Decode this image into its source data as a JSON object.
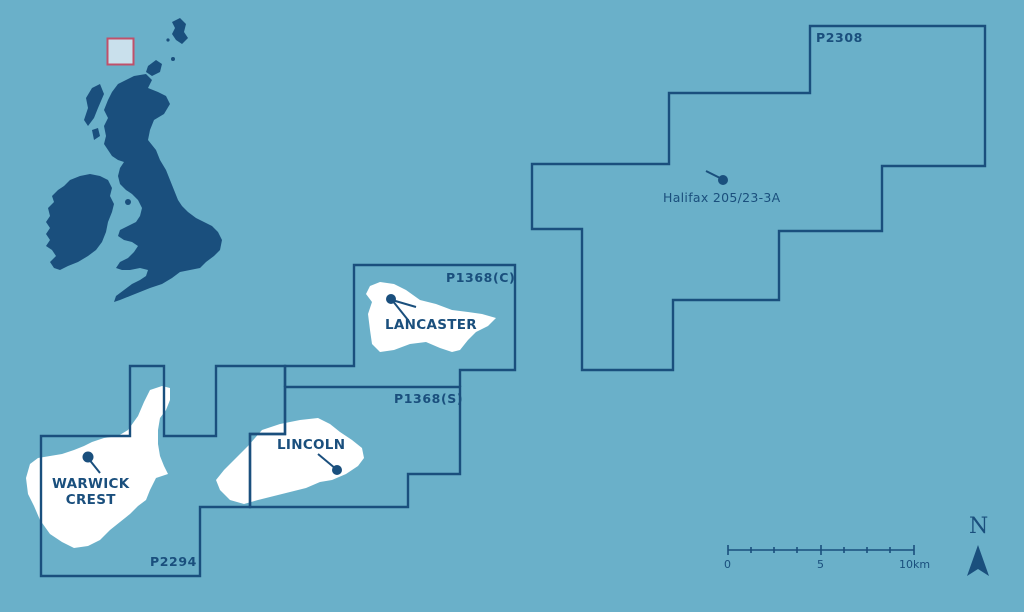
{
  "colors": {
    "sea": "#6ab0c9",
    "boundary": "#1a4f7d",
    "field_fill": "#ffffff",
    "land": "#1a4f7d",
    "locator_fill": "#c9e0ec",
    "locator_border": "#c0506a"
  },
  "blocks": [
    {
      "id": "P2308",
      "label": "P2308"
    },
    {
      "id": "P1368C",
      "label": "P1368(C)"
    },
    {
      "id": "P1368S",
      "label": "P1368(S)"
    },
    {
      "id": "P2294",
      "label": "P2294"
    }
  ],
  "fields": [
    {
      "id": "lancaster",
      "label": "LANCASTER"
    },
    {
      "id": "lincoln",
      "label": "LINCOLN"
    },
    {
      "id": "warwick_crest",
      "label_line1": "WARWICK",
      "label_line2": "CREST"
    }
  ],
  "wells": [
    {
      "id": "halifax",
      "label": "Halifax 205/23-3A"
    }
  ],
  "scale_bar": {
    "ticks": [
      "0",
      "5",
      "10km"
    ]
  },
  "north_arrow": {
    "letter": "N"
  },
  "inset": {
    "description": "UK & Ireland locator map with highlighted area"
  }
}
